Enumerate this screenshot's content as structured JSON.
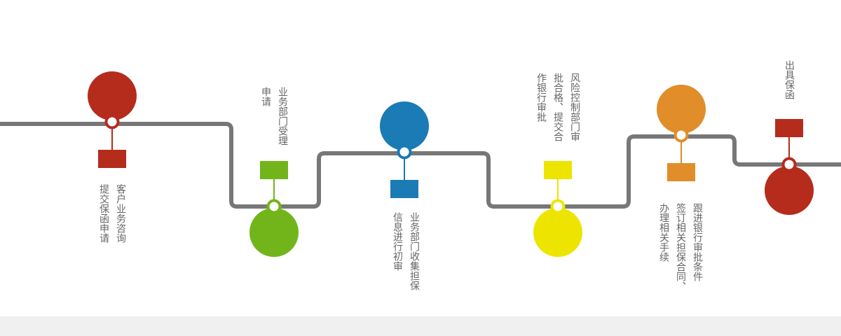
{
  "colors": {
    "track": "#777777",
    "red": "#b52c1c",
    "green": "#72b51a",
    "blue": "#1a7bb5",
    "yellow": "#ede500",
    "orange": "#e08d2a"
  },
  "steps": [
    {
      "lines": [
        "客户业务咨询",
        "提交保函申请"
      ],
      "color": "#b52c1c"
    },
    {
      "lines": [
        "业务部门受理",
        "申请"
      ],
      "color": "#72b51a"
    },
    {
      "lines": [
        "业务部门收集担保",
        "信息进行初审"
      ],
      "color": "#1a7bb5"
    },
    {
      "lines": [
        "风险控制部门审",
        "批合格、提交合",
        "作银行审批"
      ],
      "color": "#ede500"
    },
    {
      "lines": [
        "跟进银行审批条件",
        "签订相关担保合同、",
        "办理相关手续"
      ],
      "color": "#e08d2a"
    },
    {
      "lines": [
        "出具保函"
      ],
      "color": "#b52c1c"
    }
  ]
}
